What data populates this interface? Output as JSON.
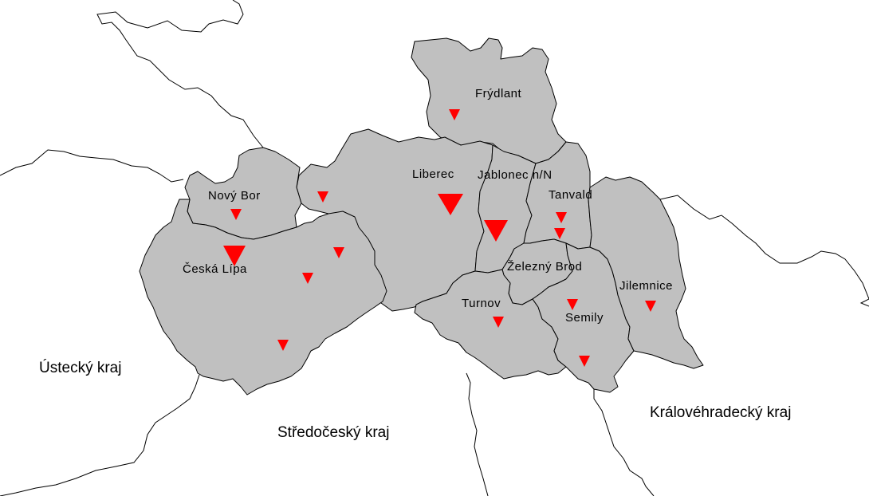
{
  "map": {
    "colors": {
      "district_fill": "#c0c0c0",
      "district_stroke": "#000000",
      "border_stroke": "#000000",
      "marker_fill": "#ff0000",
      "background": "#ffffff"
    },
    "districts": {
      "frydlant": "Frýdlant",
      "liberec": "Liberec",
      "jablonec": "Jablonec n/N",
      "tanvald": "Tanvald",
      "novy_bor": "Nový Bor",
      "ceska_lipa": "Česká Lípa",
      "zelezny_brod": "Železný Brod",
      "turnov": "Turnov",
      "semily": "Semily",
      "jilemnice": "Jilemnice"
    },
    "regions": {
      "ustecky": "Ústecký kraj",
      "stredocesky": "Středočeský kraj",
      "kralovehradecky": "Královéhradecký kraj"
    },
    "marker_shape": "triangle-down-icon",
    "marker_sizes": [
      "small",
      "large"
    ]
  }
}
